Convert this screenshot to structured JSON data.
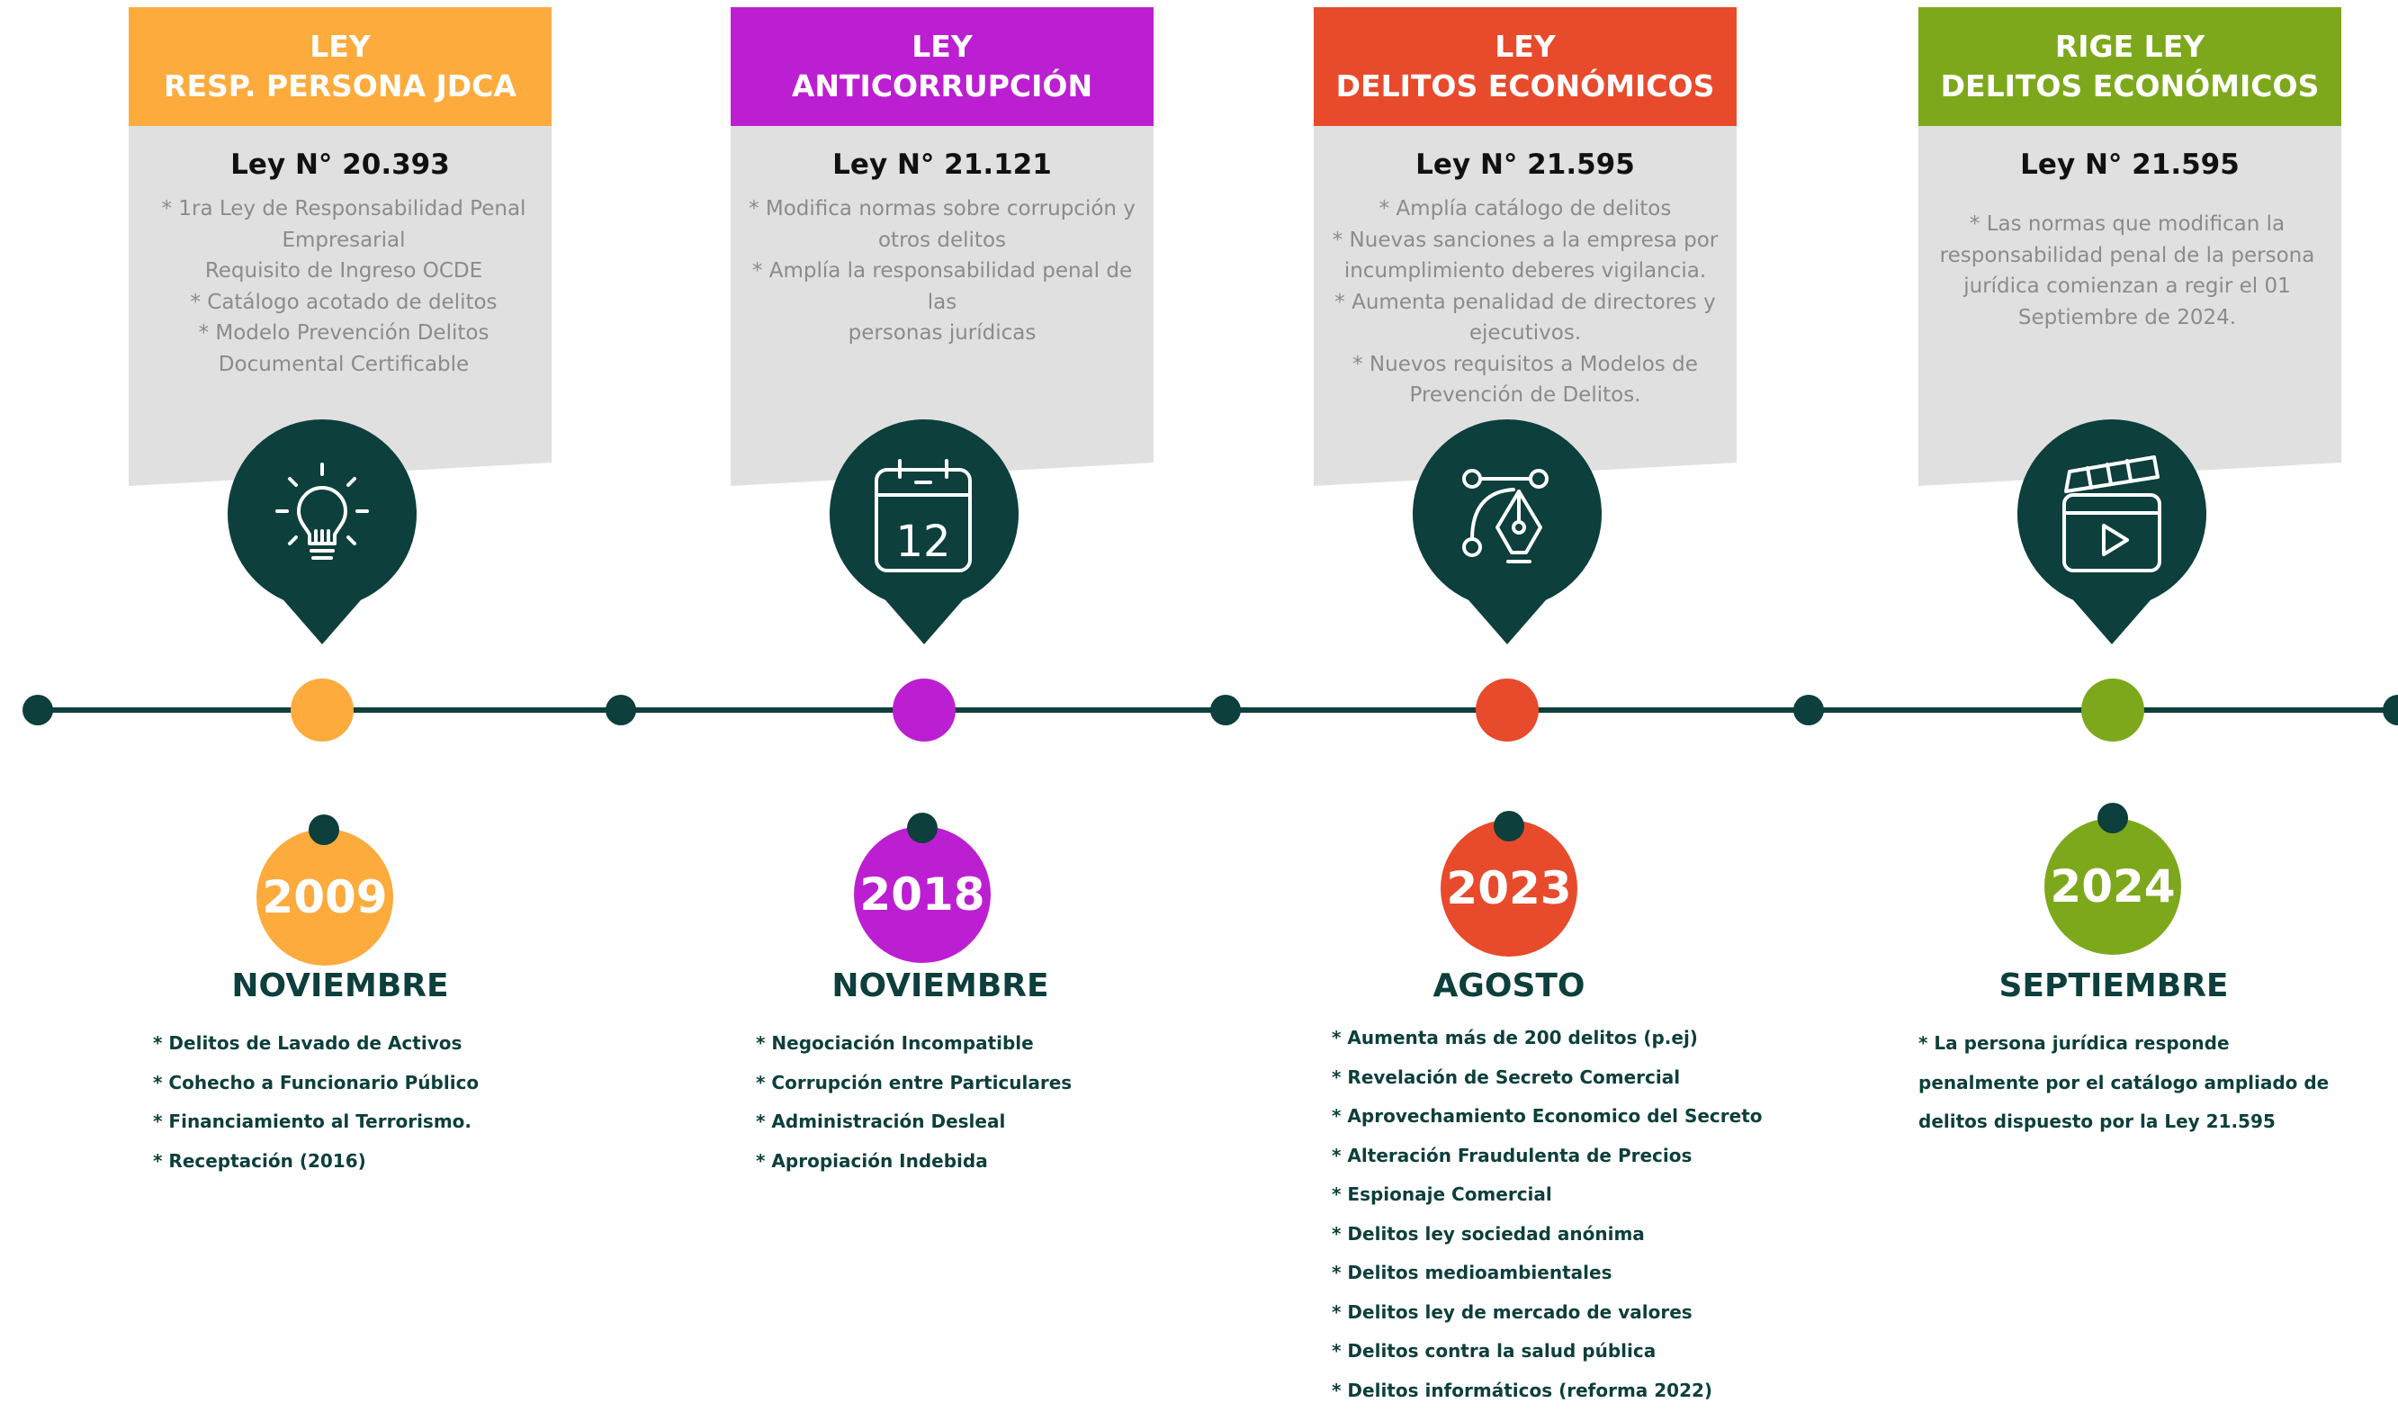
{
  "colors": {
    "dark_teal": "#0d3f3c",
    "card_gray": "#e0e0e0",
    "orange": "#fdab3d",
    "purple": "#bc1fd1",
    "red": "#e84a2c",
    "green": "#7ea81c"
  },
  "events": [
    {
      "header_line1": "LEY",
      "header_line2": "RESP. PERSONA JDCA",
      "ley_number": "Ley N° 20.393",
      "description_lines": [
        "* 1ra Ley de Responsabilidad Penal",
        "Empresarial",
        "Requisito de Ingreso OCDE",
        "* Catálogo acotado de delitos",
        "* Modelo Prevención Delitos",
        "Documental Certificable"
      ],
      "icon": "lightbulb-icon",
      "year": "2009",
      "month": "NOVIEMBRE",
      "items": [
        "* Delitos de Lavado de Activos",
        "* Cohecho a Funcionario Público",
        "* Financiamiento al Terrorismo.",
        "* Receptación (2016)"
      ]
    },
    {
      "header_line1": "LEY",
      "header_line2": "ANTICORRUPCIÓN",
      "ley_number": "Ley N° 21.121",
      "description_lines": [
        "* Modifica normas sobre corrupción y",
        "otros delitos",
        "* Amplía la responsabilidad penal de las",
        "personas jurídicas"
      ],
      "icon": "calendar-icon",
      "calendar_day": "12",
      "year": "2018",
      "month": "NOVIEMBRE",
      "items": [
        "* Negociación Incompatible",
        "* Corrupción entre Particulares",
        "* Administración Desleal",
        "* Apropiación Indebida"
      ]
    },
    {
      "header_line1": "LEY",
      "header_line2": "DELITOS ECONÓMICOS",
      "ley_number": "Ley N° 21.595",
      "description_lines": [
        "* Amplía catálogo de delitos",
        "*  Nuevas sanciones a la empresa por",
        "incumplimiento deberes vigilancia.",
        "* Aumenta penalidad de directores y",
        "ejecutivos.",
        "* Nuevos requisitos a Modelos de",
        "Prevención de Delitos."
      ],
      "icon": "pen-tool-icon",
      "year": "2023",
      "month": "AGOSTO",
      "items": [
        "* Aumenta más de 200 delitos (p.ej)",
        "* Revelación de Secreto Comercial",
        "* Aprovechamiento Economico del Secreto",
        "* Alteración Fraudulenta de Precios",
        "* Espionaje Comercial",
        "* Delitos ley sociedad anónima",
        "* Delitos medioambientales",
        "* Delitos ley de mercado de valores",
        "* Delitos contra la salud pública",
        "* Delitos informáticos (reforma 2022)"
      ]
    },
    {
      "header_line1": "RIGE LEY",
      "header_line2": "DELITOS ECONÓMICOS",
      "ley_number": "Ley N° 21.595",
      "description_lines": [
        "* Las normas que modifican la",
        "responsabilidad penal de la persona",
        "jurídica comienzan a regir el 01",
        "Septiembre de 2024."
      ],
      "icon": "clapperboard-play-icon",
      "year": "2024",
      "month": "SEPTIEMBRE",
      "items": [
        "* La persona jurídica responde",
        "penalmente por el catálogo ampliado de",
        "delitos dispuesto por la Ley 21.595"
      ]
    }
  ]
}
